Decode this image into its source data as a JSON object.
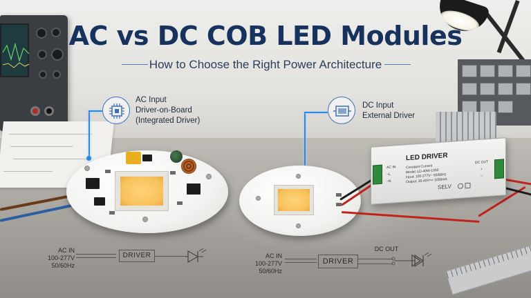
{
  "header": {
    "title": "AC vs DC COB LED Modules",
    "subtitle": "How to Choose the Right Power Architecture"
  },
  "ac_section": {
    "callout": {
      "line1": "AC Input",
      "line2": "Driver-on-Board",
      "line3": "(Integrated Driver)",
      "icon": "chip-icon"
    },
    "schematic": {
      "input_label": "AC IN",
      "voltage": "100-277V",
      "frequency": "50/60Hz",
      "block_label": "DRIVER",
      "output_symbol": "led-diode-icon"
    }
  },
  "dc_section": {
    "callout": {
      "line1": "DC Input",
      "line2": "External Driver",
      "icon": "driver-box-icon"
    },
    "driver_box": {
      "title": "LED DRIVER",
      "line1": "Constant Current",
      "line2": "Model: LD-40W-1050",
      "line3": "Input: 100-277V~ 50/60Hz",
      "line4": "Output: 30-40V== 1050mA",
      "marks": "SELV",
      "ac_in_label": "AC IN",
      "ac_l": "~L",
      "ac_n": "~N",
      "dc_out_label": "DC OUT",
      "dc_plus": "+",
      "dc_minus": "−"
    },
    "schematic": {
      "input_label": "AC IN",
      "voltage": "100-277V",
      "frequency": "50/60Hz",
      "block_label": "DRIVER",
      "output_label": "DC OUT",
      "output_symbol": "led-diode-icon"
    }
  },
  "colors": {
    "title": "#17325c",
    "accent_blue": "#2f86e0",
    "led_yellow": "#f8c25c",
    "pcb_white": "#f2f2f0",
    "wire_red": "#c0221c",
    "wire_blue": "#2b5fa0",
    "wire_brown": "#6a3a1c",
    "terminal_green": "#2f8a3c"
  }
}
